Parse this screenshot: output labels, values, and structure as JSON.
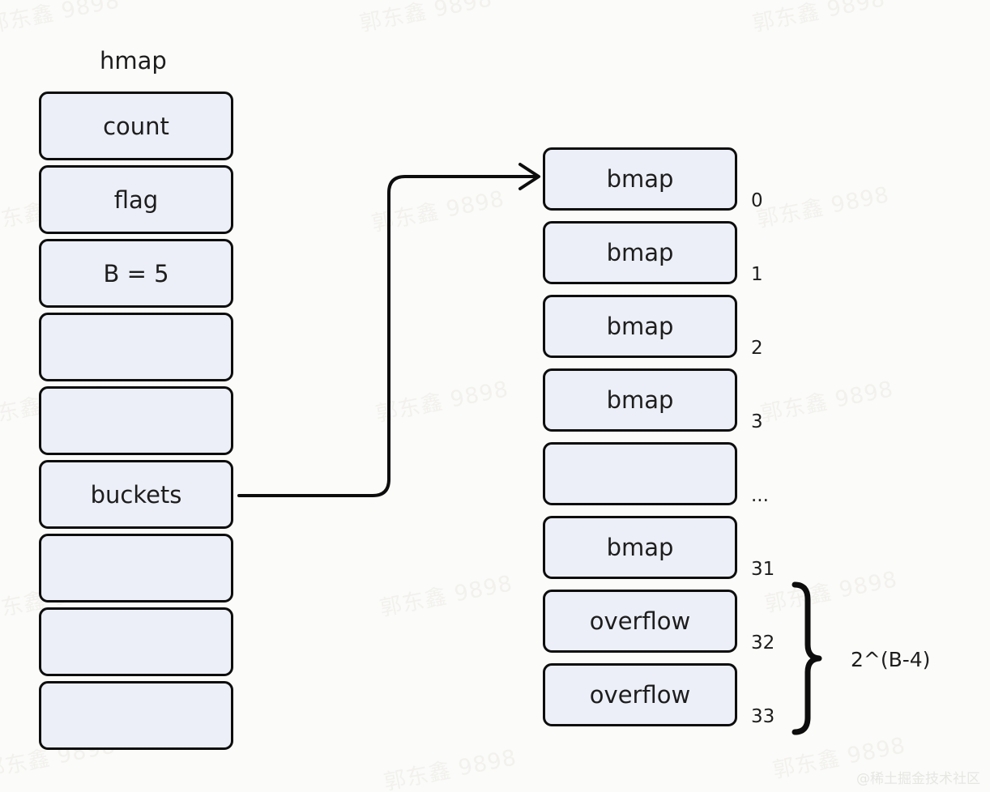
{
  "diagram": {
    "background_color": "#fbfbf9",
    "node_fill": "#eceff7",
    "node_stroke": "#0d0d0d",
    "credit": "@稀土掘金技术社区",
    "watermark_text": "郭东鑫 9898"
  },
  "hmap": {
    "title": "hmap",
    "fields": [
      {
        "label": "count"
      },
      {
        "label": "flag"
      },
      {
        "label": "B = 5"
      },
      {
        "label": ""
      },
      {
        "label": ""
      },
      {
        "label": "buckets"
      },
      {
        "label": ""
      },
      {
        "label": ""
      },
      {
        "label": ""
      }
    ]
  },
  "buckets": {
    "cells": [
      {
        "label": "bmap",
        "index": "0"
      },
      {
        "label": "bmap",
        "index": "1"
      },
      {
        "label": "bmap",
        "index": "2"
      },
      {
        "label": "bmap",
        "index": "3"
      },
      {
        "label": "",
        "index": "..."
      },
      {
        "label": "bmap",
        "index": "31"
      },
      {
        "label": "overflow",
        "index": "32"
      },
      {
        "label": "overflow",
        "index": "33"
      }
    ]
  },
  "annotation": {
    "brace_label": "2^(B-4)"
  },
  "connector": {
    "from": "buckets",
    "to": "bmap-0",
    "arrow": "arrow-head-icon"
  }
}
